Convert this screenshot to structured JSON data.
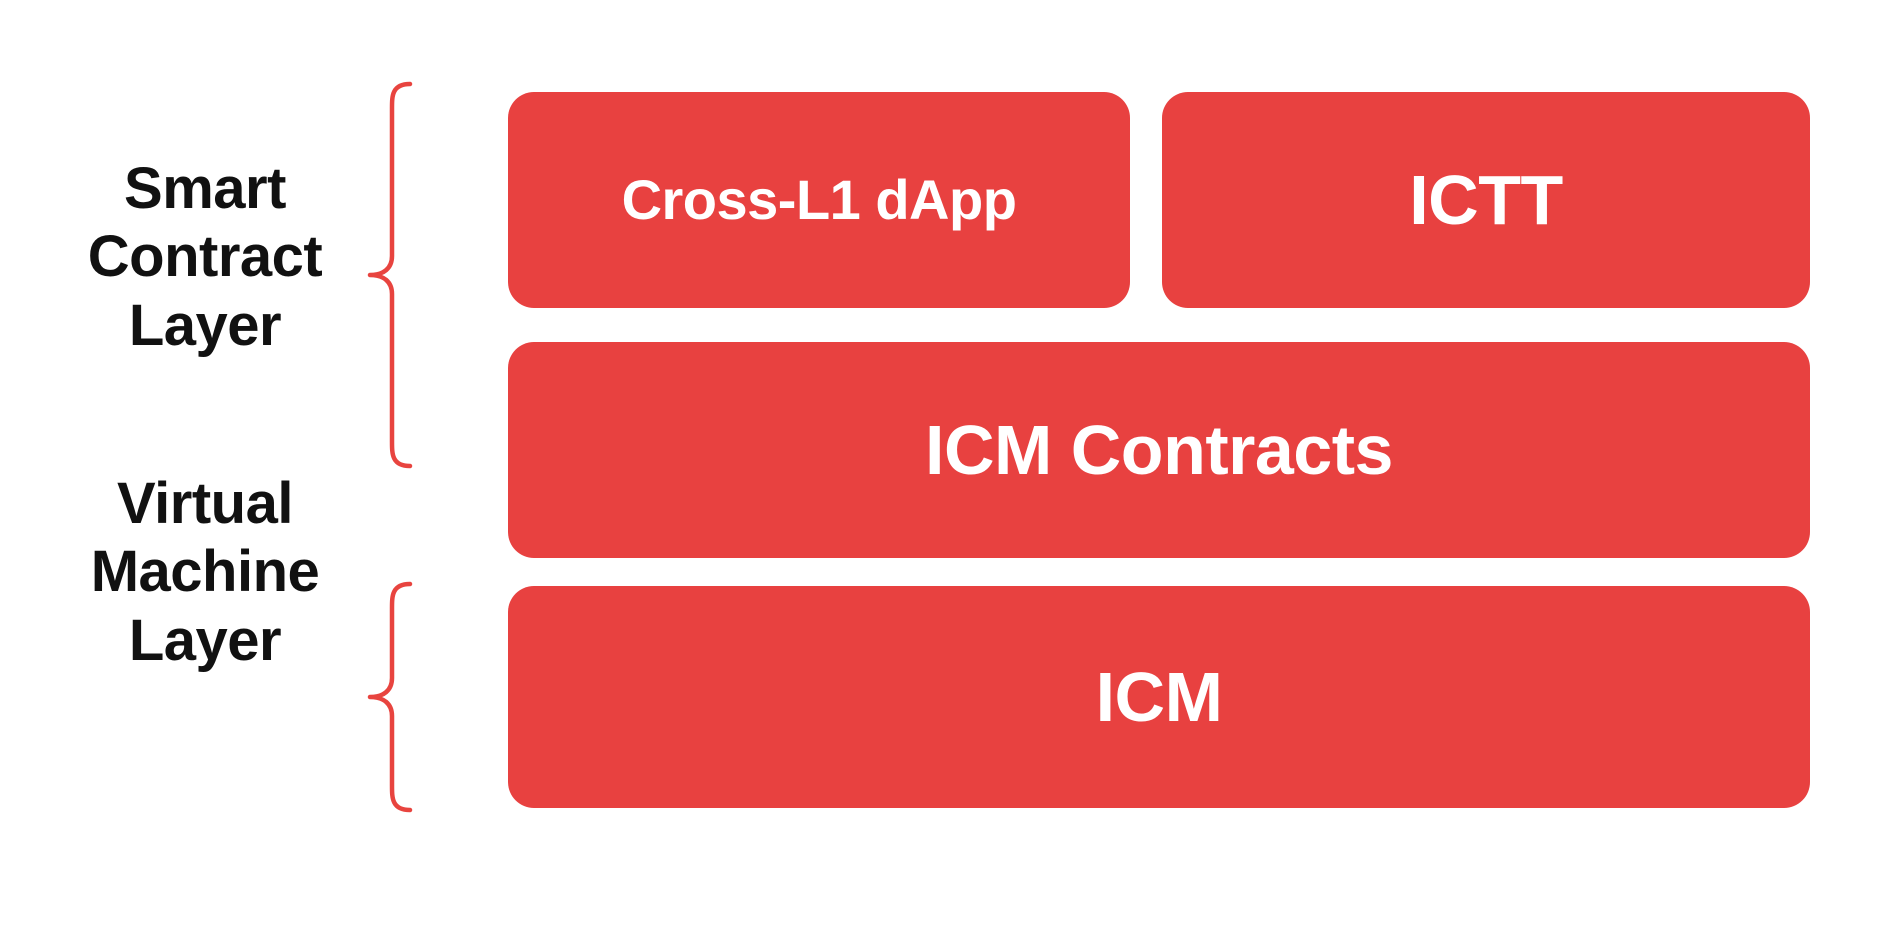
{
  "diagram": {
    "title": "Smart Contract Layer and Virtual Machine Layer stack",
    "background_color": "#FFFFFF",
    "accent_color": "#E84140",
    "brace_color": "#E8443F",
    "label_color": "#111111",
    "box_text_color": "#FFFFFF"
  },
  "layers": [
    {
      "id": "smart-contract-layer",
      "label": "Smart\nContract\nLayer",
      "brace_icon": "left-curly-brace-icon",
      "nodes": [
        "cross-l1-dapp",
        "ictt",
        "icm-contracts"
      ]
    },
    {
      "id": "virtual-machine-layer",
      "label": "Virtual\nMachine\nLayer",
      "brace_icon": "left-curly-brace-icon",
      "nodes": [
        "icm"
      ]
    }
  ],
  "boxes": {
    "cross_l1_dapp": {
      "label": "Cross-L1 dApp",
      "color": "#E84140"
    },
    "ictt": {
      "label": "ICTT",
      "color": "#E84140"
    },
    "icm_contracts": {
      "label": "ICM Contracts",
      "color": "#E84140"
    },
    "icm": {
      "label": "ICM",
      "color": "#E84140"
    }
  }
}
